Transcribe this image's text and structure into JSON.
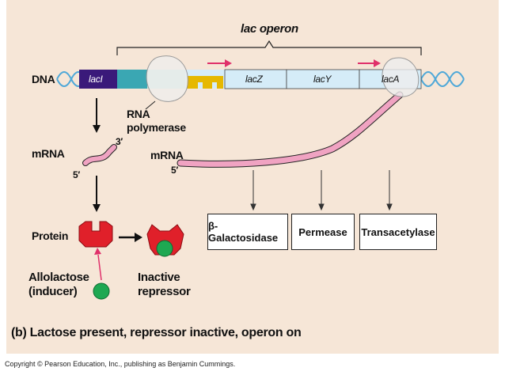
{
  "operon_label": "lac operon",
  "dna_label": "DNA",
  "genes": {
    "lacI": "lacI",
    "lacZ": "lacZ",
    "lacY": "lacY",
    "lacA": "lacA"
  },
  "rna_polymerase_label": "RNA\npolymerase",
  "mrna_left": {
    "label": "mRNA",
    "end3": "3′",
    "end5": "5′"
  },
  "mrna_right": {
    "label": "mRNA",
    "end5": "5′"
  },
  "protein_label": "Protein",
  "allolactose_label": "Allolactose\n(inducer)",
  "inactive_repressor_label": "Inactive\nrepressor",
  "enzymes": [
    "β-Galactosidase",
    "Permease",
    "Transacetylase"
  ],
  "caption": "(b) Lactose present, repressor inactive, operon on",
  "copyright": "Copyright © Pearson Education, Inc., publishing as Benjamin Cummings.",
  "colors": {
    "background": "#f6e6d7",
    "lacI": "#3a1a7a",
    "promoter": "#3aa7b3",
    "operator": "#e6b800",
    "genes": "#d5ecf8",
    "mrna": "#f0a3c2",
    "repressor": "#e0202a",
    "inducer": "#1ea852",
    "arrow_pink": "#e0306a",
    "dna_helix": "#4fa8d8"
  }
}
